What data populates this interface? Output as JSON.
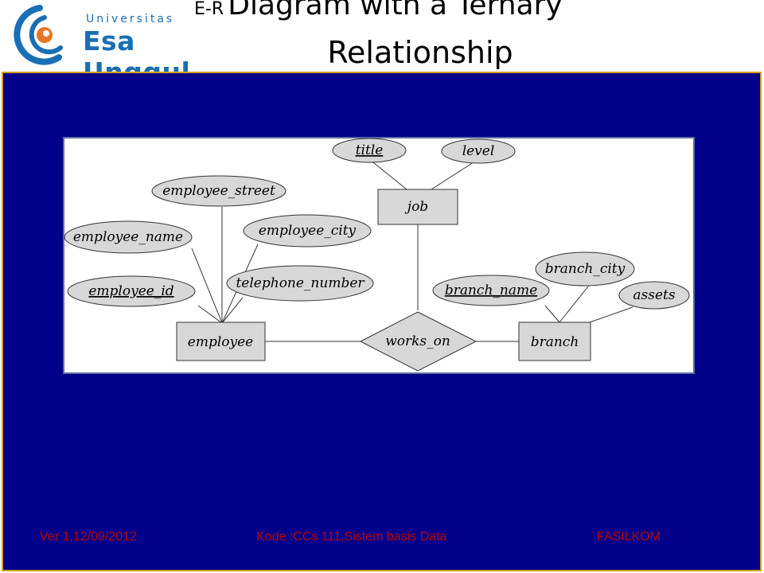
{
  "header": {
    "title_prefix": "E-R",
    "title_rest": "Diagram with a Ternary",
    "title_line2": "Relationship",
    "logo": {
      "university": "Universitas",
      "name": "Esa Unggul"
    }
  },
  "diagram": {
    "entities": {
      "job": "job",
      "employee": "employee",
      "branch": "branch"
    },
    "relationship": "works_on",
    "attributes": {
      "title": "title",
      "level": "level",
      "employee_street": "employee_street",
      "employee_name": "employee_name",
      "employee_city": "employee_city",
      "employee_id": "employee_id",
      "telephone_number": "telephone_number",
      "branch_city": "branch_city",
      "branch_name": "branch_name",
      "assets": "assets"
    }
  },
  "footer": {
    "version": "Ver 1,12/09/2012",
    "code": "Kode :CCs 111,Sistem basis Data",
    "faculty": "FASILKOM"
  },
  "colors": {
    "panel_bg": "#00008b",
    "panel_border": "#d4a017",
    "footer_text": "#c00000",
    "logo_blue": "#1a6fb4",
    "shape_fill": "#d8d8d8"
  }
}
